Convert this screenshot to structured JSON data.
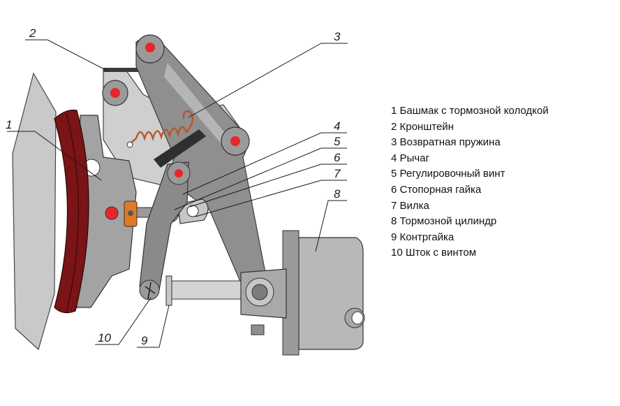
{
  "callouts": [
    "1",
    "2",
    "3",
    "4",
    "5",
    "6",
    "7",
    "8",
    "9",
    "10"
  ],
  "legend": [
    "1 Башмак с тормозной колодкой",
    "2 Кронштейн",
    "3 Возвратная пружина",
    "4 Рычаг",
    "5 Регулировочный винт",
    "6 Стопорная гайка",
    "7 Вилка",
    "8 Тормозной цилиндр",
    "9 Контргайка",
    "10 Шток с винтом"
  ],
  "colors": {
    "part_light": "#c9c9c9",
    "part_mid": "#9a9a9a",
    "part_dark": "#6f6f6f",
    "brake_lining": "#7a1416",
    "pin_red": "#e8262a",
    "spring": "#b5562a",
    "nut_orange": "#e07a24"
  }
}
